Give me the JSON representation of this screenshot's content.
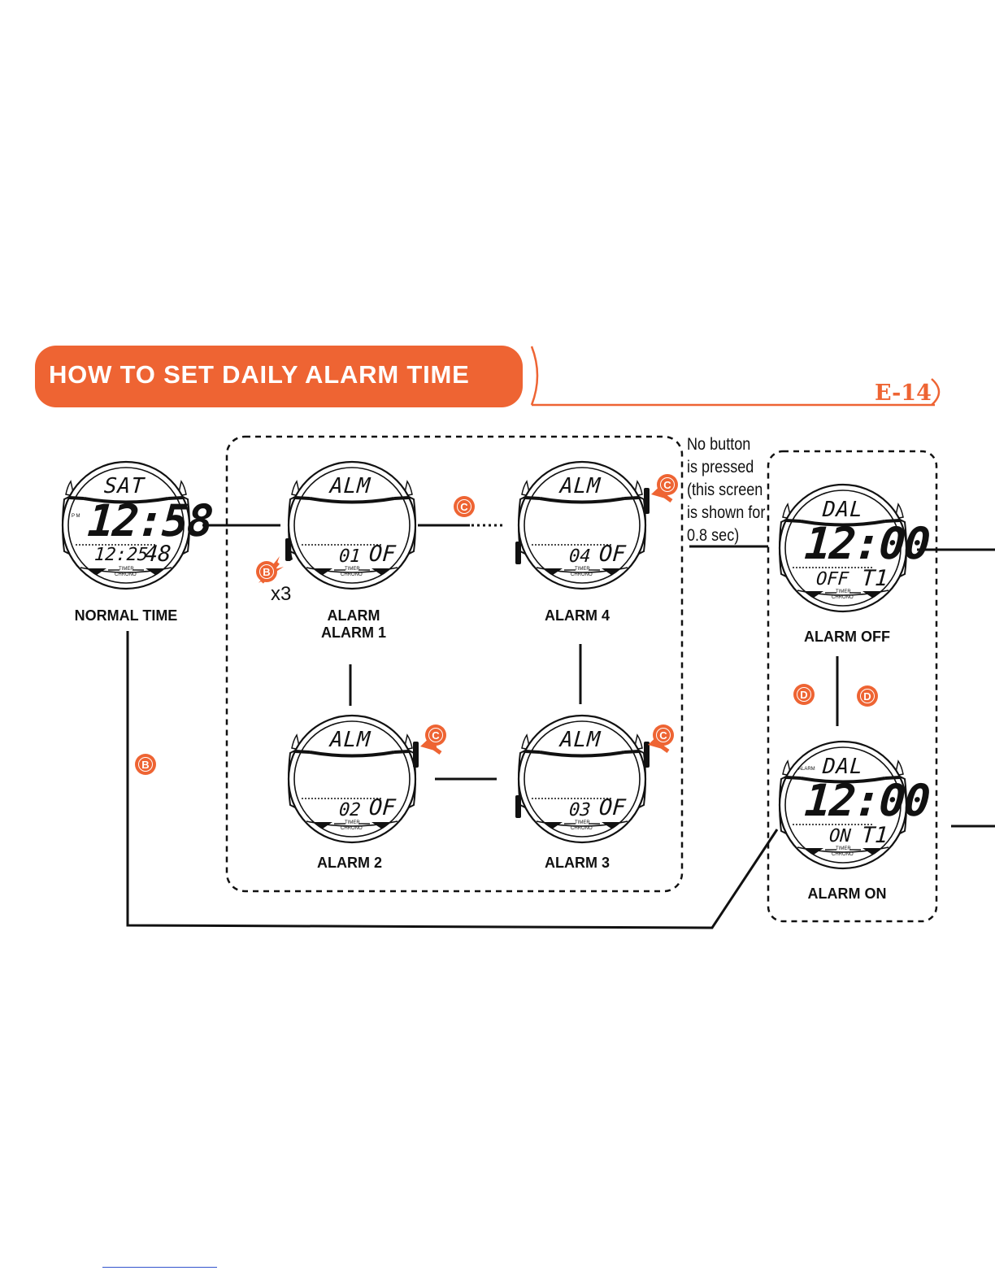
{
  "header": {
    "title": "HOW TO SET DAILY ALARM TIME",
    "page_number": "E-14"
  },
  "colors": {
    "accent": "#ee6433",
    "ink": "#111111",
    "link": "#3355cc"
  },
  "button_labels": {
    "b": "B",
    "c": "C",
    "d": "D"
  },
  "press_count": "x3",
  "note_lines": [
    "No button",
    "is pressed",
    "(this screen",
    "is shown for",
    "0.8 sec)"
  ],
  "watch_small_labels": {
    "timer": "TIMER",
    "chrono": "CHRONO",
    "pm": "P M",
    "alarm": "ALARM"
  },
  "watches": [
    {
      "id": "normal",
      "top": "SAT",
      "main": "12:58",
      "bottom_left": "12:25",
      "bottom_right": "48",
      "label_lines": [
        "NORMAL TIME"
      ]
    },
    {
      "id": "alarm1",
      "top": "ALM",
      "main": "",
      "bottom_left": "01",
      "bottom_right": "OF",
      "label_lines": [
        "ALARM",
        "ALARM 1"
      ]
    },
    {
      "id": "alarm4",
      "top": "ALM",
      "main": "",
      "bottom_left": "04",
      "bottom_right": "OF",
      "label_lines": [
        "ALARM 4"
      ]
    },
    {
      "id": "alarm2",
      "top": "ALM",
      "main": "",
      "bottom_left": "02",
      "bottom_right": "OF",
      "label_lines": [
        "ALARM 2"
      ]
    },
    {
      "id": "alarm3",
      "top": "ALM",
      "main": "",
      "bottom_left": "03",
      "bottom_right": "OF",
      "label_lines": [
        "ALARM 3"
      ]
    },
    {
      "id": "alarm_off",
      "top": "DAL",
      "main": "12:00",
      "bottom_left": "OFF",
      "bottom_right": "T1",
      "label_lines": [
        "ALARM OFF"
      ]
    },
    {
      "id": "alarm_on",
      "top": "DAL",
      "main": "12:00",
      "bottom_left": "ON",
      "bottom_right": "T1",
      "label_lines": [
        "ALARM ON"
      ]
    }
  ]
}
